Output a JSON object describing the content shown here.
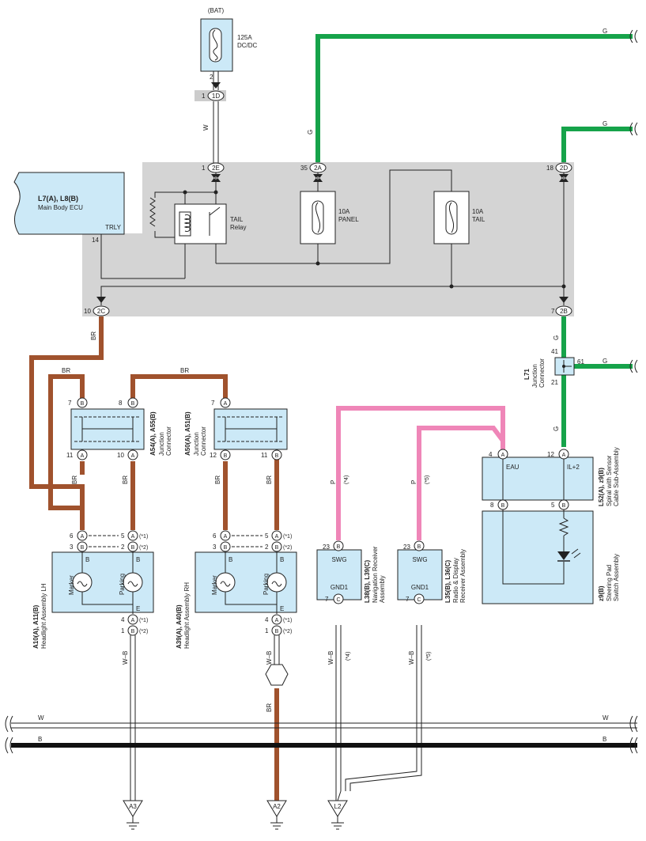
{
  "colors": {
    "green": "#16a34a",
    "brown": "#a0522d",
    "pink": "#ef86b8",
    "box_fill": "#cce9f7",
    "grey_block": "#d4d4d4"
  },
  "battery": {
    "source": "(BAT)",
    "fuse_label": "125A\nDC/DC",
    "fuse_icon": "fuse-icon"
  },
  "connectors": {
    "c1d": "1D",
    "c1d_pin": "1",
    "c1d_pin_above": "2",
    "c2e": "2E",
    "c2e_pin": "1",
    "c2a": "2A",
    "c2a_pin": "35",
    "c2d": "2D",
    "c2d_pin": "18",
    "c2c": "2C",
    "c2c_pin": "10",
    "c2b": "2B",
    "c2b_pin": "7"
  },
  "wires": {
    "w": "W",
    "g": "G",
    "br": "BR",
    "p": "P",
    "wb": "W–B",
    "b": "B"
  },
  "ecu": {
    "title": "L7(A), L8(B)",
    "subtitle": "Main Body ECU",
    "pin_label": "TRLY",
    "pin_no": "14"
  },
  "relay": {
    "label1": "TAIL",
    "label2": "Relay"
  },
  "fuses": {
    "panel": "10A\nPANEL",
    "tail": "10A\nTAIL"
  },
  "junctions": {
    "j1_id": "A54(A), A55(B)",
    "j1_name": "Junction\nConnector",
    "j2_id": "A50(A), A51(B)",
    "j2_name": "Junction\nConnector",
    "l71_id": "L71",
    "l71_name": "Junction\nConnector",
    "l71_pins": {
      "top": "41",
      "right": "61",
      "bottom": "21"
    }
  },
  "headlight_lh": {
    "id": "A10(A), A11(B)",
    "name": "Headlight Assembly LH",
    "marker": "Marker",
    "parking": "Parking",
    "b": "B",
    "e": "E"
  },
  "headlight_rh": {
    "id": "A39(A), A40(B)",
    "name": "Headlight Assembly RH",
    "marker": "Marker",
    "parking": "Parking",
    "b": "B",
    "e": "E"
  },
  "notes": {
    "n1": "(*1)",
    "n2": "(*2)",
    "n4": "(*4)",
    "n5": "(*5)"
  },
  "nav": {
    "id": "L38(B), L39(C)",
    "name": "Navigation Receiver\nAssembly",
    "swg": "SWG",
    "gnd": "GND1",
    "pin_top": "23",
    "pin_bot": "7"
  },
  "radio": {
    "id": "L35(B), L36(C)",
    "name": "Radio & Display\nReceiver Assembly",
    "swg": "SWG",
    "gnd": "GND1",
    "pin_top": "23",
    "pin_bot": "7"
  },
  "spiral": {
    "id": "L52(A), z9(B)",
    "name": "Spiral with Sensor\nCable Sub-Assembly",
    "eau": "EAU",
    "il2": "IL+2",
    "pin4": "4",
    "pin12": "12",
    "pin8": "8",
    "pin5": "5"
  },
  "steering": {
    "id": "z9(B)",
    "name": "Steering Pad\nSwitch Assembly"
  },
  "grounds": {
    "a3": "A3",
    "a2": "A2",
    "l2": "L2"
  },
  "pins": {
    "p1": "1",
    "p2": "2",
    "p3": "3",
    "p4": "4",
    "p5": "5",
    "p6": "6",
    "p7": "7",
    "p8": "8",
    "p10": "10",
    "p11": "11",
    "p12": "12",
    "p23": "23",
    "A": "A",
    "B": "B",
    "C": "C"
  }
}
